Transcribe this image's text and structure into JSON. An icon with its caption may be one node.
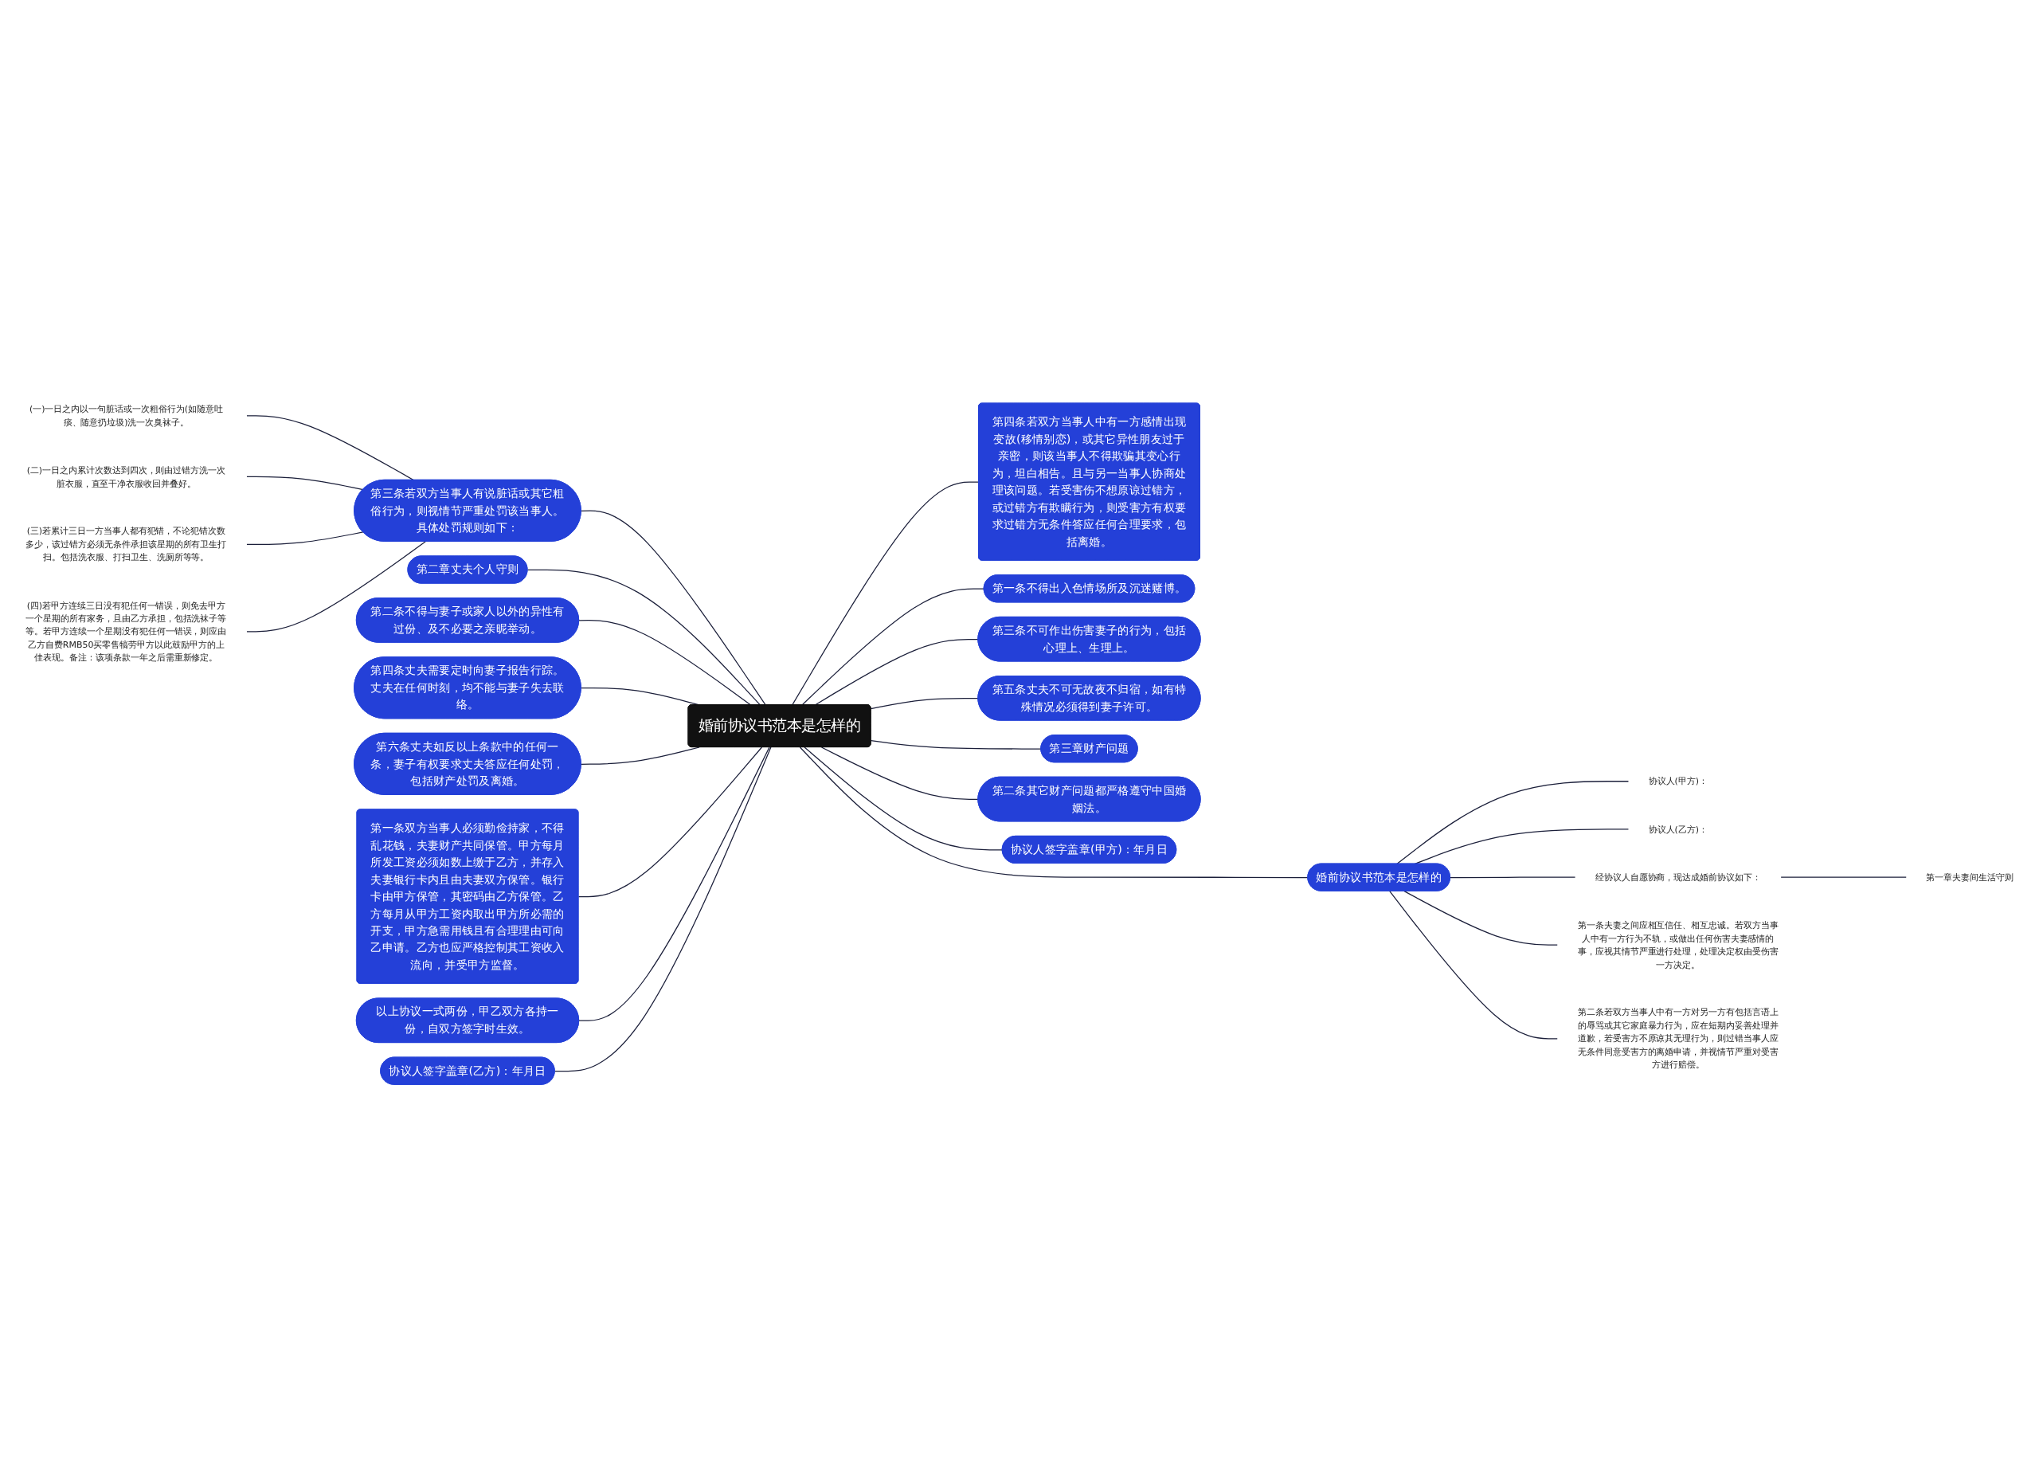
{
  "diagram": {
    "nodes": [
      {
        "text": [
          "婚前协议书范本是怎样的"
        ]
      },
      {
        "text": [
          "婚前协议书范本是怎样的"
        ]
      },
      {
        "text": [
          "协议人(甲方)："
        ]
      },
      {
        "text": [
          "协议人(乙方)："
        ]
      },
      {
        "text": [
          "经协议人自愿协商，现达成婚前协议如下："
        ]
      },
      {
        "text": [
          "第一章夫妻间生活守则"
        ]
      },
      {
        "text": [
          "第一条夫妻之间应相互信任、相互忠诚。若双方当事人中有一方行为不轨，或做出任何伤害夫妻感情的事，应视其情节严重进行处理，处理决定权由受伤害一方决定。"
        ]
      },
      {
        "text": [
          "第二条若双方当事人中有一方对另一方有包括言语上的辱骂或其它家庭暴力行为，应在短期内妥善处理并道歉，若受害方不原谅其无理行为，则过错当事人应无条件同意受害方的离婚申请，并视情节严重对受害方进行赔偿。"
        ]
      },
      {
        "text": [
          "第四条若双方当事人中有一方感情出现变故(移情别恋)，或其它异性朋友过于亲密，则该当事人不得欺骗其变心行为，坦白相告。且与另一当事人协商处理该问题。若受害伤不想原谅过错方，或过错方有欺瞒行为，则受害方有权要求过错方无条件答应任何合理要求，包括离婚。"
        ]
      },
      {
        "text": [
          "第一条不得出入色情场所及沉迷赌博。"
        ]
      },
      {
        "text": [
          "第三条不可作出伤害妻子的行为，包括心理上、生理上。"
        ]
      },
      {
        "text": [
          "第五条丈夫不可无故夜不归宿，如有特殊情况必须得到妻子许可。"
        ]
      },
      {
        "text": [
          "第三章财产问题"
        ]
      },
      {
        "text": [
          "第二条其它财产问题都严格遵守中国婚姻法。"
        ]
      },
      {
        "text": [
          "协议人签字盖章(甲方)：年月日"
        ]
      },
      {
        "text": [
          "第三条若双方当事人有说脏话或其它粗俗行为，则视情节严重处罚该当事人。具体处罚规则如下："
        ]
      },
      {
        "text": [
          "(一)一日之内以一句脏话或一次粗俗行为(如随意吐痰、随意扔垃圾)洗一次臭袜子。"
        ]
      },
      {
        "text": [
          "(二)一日之内累计次数达到四次，则由过错方洗一次脏衣服，直至干净衣服收回并叠好。"
        ]
      },
      {
        "text": [
          "(三)若累计三日一方当事人都有犯错，不论犯错次数多少，该过错方必须无条件承担该星期的所有卫生打扫。包括洗衣服、打扫卫生、洗厕所等等。"
        ]
      },
      {
        "text": [
          "(四)若甲方连续三日没有犯任何一错误，则免去甲方一个星期的所有家务，且由乙方承担，包括洗袜子等等。若甲方连续一个星期没有犯任何一错误，则应由乙方自费RMB50买零售犒劳甲方以此鼓励甲方的上佳表现。备注：该项条款一年之后需重新修定。"
        ]
      },
      {
        "text": [
          "第二章丈夫个人守则"
        ]
      },
      {
        "text": [
          "第二条不得与妻子或家人以外的异性有过份、及不必要之亲昵举动。"
        ]
      },
      {
        "text": [
          "第四条丈夫需要定时向妻子报告行踪。丈夫在任何时刻，均不能与妻子失去联络。"
        ]
      },
      {
        "text": [
          "第六条丈夫如反以上条款中的任何一条，妻子有权要求丈夫答应任何处罚，包括财产处罚及离婚。"
        ]
      },
      {
        "text": [
          "第一条双方当事人必须勤俭持家，不得乱花钱，夫妻财产共同保管。甲方每月所发工资必须如数上缴于乙方，并存入夫妻银行卡内且由夫妻双方保管。银行卡由甲方保管，其密码由乙方保管。乙方每月从甲方工资内取出甲方所必需的开支，甲方急需用钱且有合理理由可向乙申请。乙方也应严格控制其工资收入流向，并受甲方监督。"
        ]
      },
      {
        "text": [
          "以上协议一式两份，甲乙双方各持一份，自双方签字时生效。"
        ]
      },
      {
        "text": [
          "协议人签字盖章(乙方)：年月日"
        ]
      }
    ],
    "edges": [
      {
        "from": 0,
        "to": 1,
        "arrow": "none"
      },
      {
        "from": 1,
        "to": 2,
        "arrow": "none"
      },
      {
        "from": 1,
        "to": 3,
        "arrow": "none"
      },
      {
        "from": 1,
        "to": 4,
        "arrow": "none"
      },
      {
        "from": 4,
        "to": 5,
        "arrow": "none"
      },
      {
        "from": 1,
        "to": 6,
        "arrow": "none"
      },
      {
        "from": 1,
        "to": 7,
        "arrow": "none"
      },
      {
        "from": 0,
        "to": 8,
        "arrow": "none"
      },
      {
        "from": 0,
        "to": 9,
        "arrow": "none"
      },
      {
        "from": 0,
        "to": 10,
        "arrow": "none"
      },
      {
        "from": 0,
        "to": 11,
        "arrow": "none"
      },
      {
        "from": 0,
        "to": 12,
        "arrow": "none"
      },
      {
        "from": 0,
        "to": 13,
        "arrow": "none"
      },
      {
        "from": 0,
        "to": 14,
        "arrow": "none"
      },
      {
        "from": 15,
        "to": 0,
        "arrow": "none"
      },
      {
        "from": 16,
        "to": 15,
        "arrow": "none"
      },
      {
        "from": 17,
        "to": 15,
        "arrow": "none"
      },
      {
        "from": 18,
        "to": 15,
        "arrow": "none"
      },
      {
        "from": 19,
        "to": 15,
        "arrow": "none"
      },
      {
        "from": 20,
        "to": 0,
        "arrow": "none"
      },
      {
        "from": 21,
        "to": 0,
        "arrow": "none"
      },
      {
        "from": 22,
        "to": 0,
        "arrow": "none"
      },
      {
        "from": 23,
        "to": 0,
        "arrow": "none"
      },
      {
        "from": 24,
        "to": 0,
        "arrow": "none"
      },
      {
        "from": 25,
        "to": 0,
        "arrow": "none"
      },
      {
        "from": 26,
        "to": 0,
        "arrow": "none"
      }
    ]
  }
}
